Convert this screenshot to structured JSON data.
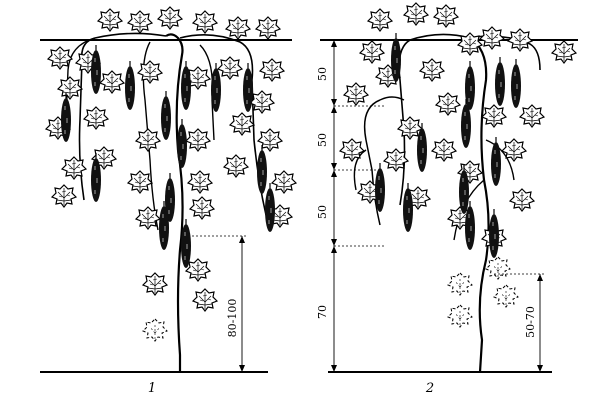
{
  "figure_1": {
    "number": "1",
    "dimension": "80-100"
  },
  "figure_2": {
    "number": "2",
    "dimensions": [
      "50",
      "50",
      "50",
      "70",
      "50-70"
    ]
  }
}
